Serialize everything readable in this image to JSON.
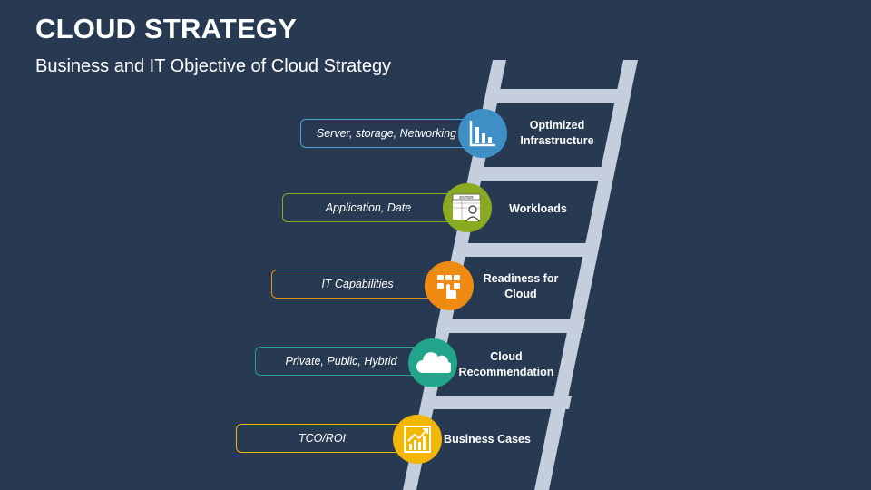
{
  "header": {
    "title": "CLOUD STRATEGY",
    "subtitle": "Business and IT Objective of Cloud Strategy"
  },
  "steps": [
    {
      "label_line1": "Optimized",
      "label_line2": "Infrastructure",
      "detail": "Server, storage, Networking",
      "color": "#3d8fc6",
      "icon": "bar-chart-icon",
      "border": "#4aa3d6"
    },
    {
      "label_line1": "Workloads",
      "label_line2": "",
      "detail": "Application, Date",
      "color": "#8aaa22",
      "icon": "enter-user-icon",
      "border": "#8aaa22"
    },
    {
      "label_line1": "Readiness for",
      "label_line2": "Cloud",
      "detail": "IT Capabilities",
      "color": "#ef8a12",
      "icon": "touch-apps-icon",
      "border": "#ef8a12"
    },
    {
      "label_line1": "Cloud",
      "label_line2": "Recommendation",
      "detail": "Private, Public, Hybrid",
      "color": "#22a58a",
      "icon": "cloud-icon",
      "border": "#22a58a"
    },
    {
      "label_line1": "Business Cases",
      "label_line2": "",
      "detail": "TCO/ROI",
      "color": "#f2b705",
      "icon": "growth-chart-icon",
      "border": "#f2b705"
    }
  ],
  "enter_key_text": "ENTER"
}
